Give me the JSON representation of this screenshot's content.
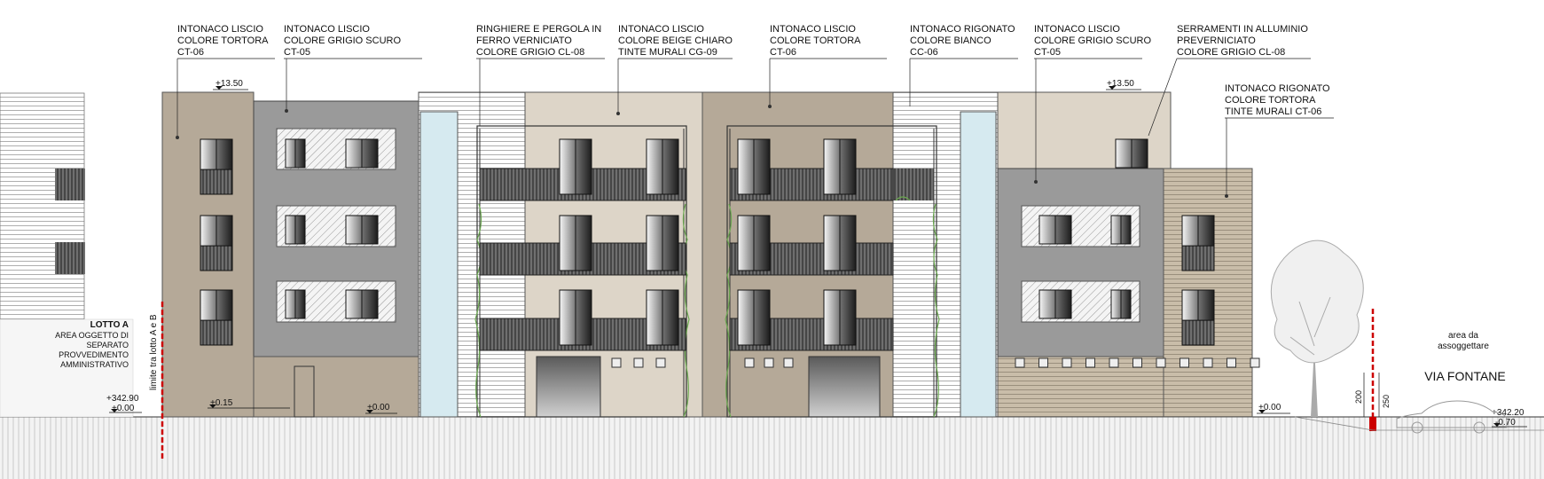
{
  "callouts": [
    {
      "lines": [
        "INTONACO LISCIO",
        "COLORE TORTORA",
        "CT-06"
      ]
    },
    {
      "lines": [
        "INTONACO LISCIO",
        "COLORE GRIGIO SCURO",
        "CT-05"
      ]
    },
    {
      "lines": [
        "RINGHIERE E PERGOLA IN",
        "FERRO VERNICIATO",
        "COLORE GRIGIO CL-08"
      ]
    },
    {
      "lines": [
        "INTONACO LISCIO",
        "COLORE BEIGE CHIARO",
        "TINTE MURALI CG-09"
      ]
    },
    {
      "lines": [
        "INTONACO LISCIO",
        "COLORE TORTORA",
        "CT-06"
      ]
    },
    {
      "lines": [
        "INTONACO RIGONATO",
        "COLORE BIANCO",
        "CC-06"
      ]
    },
    {
      "lines": [
        "INTONACO LISCIO",
        "COLORE GRIGIO SCURO",
        "CT-05"
      ]
    },
    {
      "lines": [
        "SERRAMENTI IN ALLUMINIO",
        "PREVERNICIATO",
        "COLORE GRIGIO CL-08"
      ]
    },
    {
      "lines": [
        "INTONACO RIGONATO",
        "COLORE TORTORA",
        "TINTE MURALI CT-06"
      ]
    }
  ],
  "levels": {
    "top_left": "+13.50",
    "top_right": "+13.50",
    "ground_a": "+342.90",
    "ground_a_rel": "+0.00",
    "step_1": "+0.15",
    "step_2": "+0.00",
    "step_3": "+0.00",
    "road": "+342.20",
    "road_rel": "-0.70"
  },
  "lotto": {
    "title": "LOTTO A",
    "lines": [
      "AREA OGGETTO DI",
      "SEPARATO",
      "PROVVEDIMENTO",
      "AMMINISTRATIVO"
    ]
  },
  "boundary_label": "limite tra lotto A e B",
  "area": {
    "lines": [
      "area da",
      "assoggettare"
    ]
  },
  "street": "VIA FONTANE",
  "dims": {
    "d1": "200",
    "d2": "250"
  },
  "colors": {
    "tortora": "#b5a998",
    "grigio_scuro": "#9a9a9a",
    "beige": "#ddd5c8",
    "glass": "#d6eaf0",
    "boundary": "#cc0000"
  }
}
